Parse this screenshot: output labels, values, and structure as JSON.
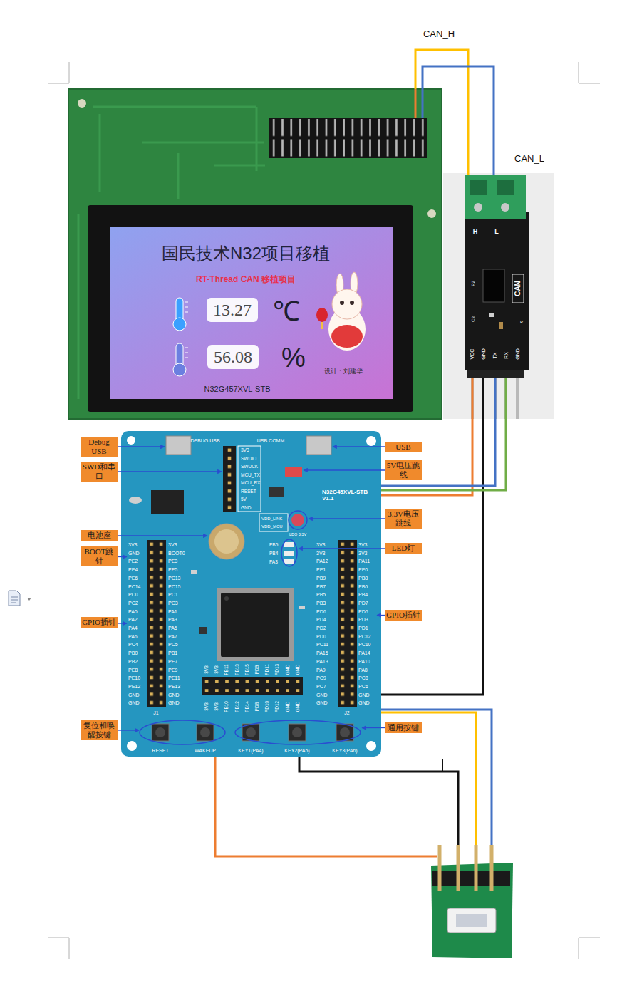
{
  "diagram": {
    "nodes": [
      {
        "text": [
          "国民技术N32项目移植",
          "RT-Thread CAN 移植项目",
          "℃",
          "%",
          "设计：刘建华",
          "N32G457XVL-STB"
        ]
      },
      {
        "text": [
          "13.27"
        ],
        "in": 0
      },
      {
        "text": [
          "56.08"
        ],
        "in": 0
      },
      {
        "text": [
          "H",
          "L",
          "R2",
          "CAN",
          "C3",
          "P",
          "VCC",
          "GND",
          "TX",
          "RX",
          "GND"
        ]
      },
      {
        "text": [
          "N32G45XVL-STB V1.1"
        ]
      },
      {
        "text": [
          "Debug USB"
        ]
      },
      {
        "text": [
          "USB"
        ]
      },
      {
        "text": [
          "SWD和串口"
        ]
      },
      {
        "text": [
          "5V电压跳线"
        ]
      },
      {
        "text": [
          "电池座"
        ]
      },
      {
        "text": [
          "3.3V电压跳线"
        ]
      },
      {
        "text": [
          "BOOT跳针"
        ]
      },
      {
        "text": [
          "LED灯"
        ]
      },
      {
        "text": [
          "GPIO插针"
        ]
      },
      {
        "text": [
          "GPIO插针"
        ]
      },
      {
        "text": [
          "复位和唤醒按键"
        ]
      },
      {
        "text": [
          "通用按键"
        ]
      }
    ],
    "edges": [
      {
        "from": 0,
        "to": 3,
        "label": "CAN_H",
        "arrow": "none"
      },
      {
        "from": 0,
        "to": 3,
        "label": "CAN_L",
        "arrow": "none"
      },
      {
        "from": 3,
        "to": 4,
        "arrow": "none"
      },
      {
        "from": 3,
        "to": 4,
        "arrow": "none"
      },
      {
        "from": 3,
        "to": 4,
        "arrow": "none"
      },
      {
        "from": 3,
        "to": 4,
        "arrow": "none"
      }
    ],
    "labels": [
      "DEBUG USB",
      "USB COMM",
      "3V3",
      "SWDIO",
      "SWDCK",
      "MCU_TX",
      "MCU_RX",
      "RESET",
      "5V",
      "GND",
      "VDD_LINK",
      "VDD_MCU",
      "LDO 3.3V",
      "PB5",
      "PB4",
      "PA3",
      "3V3",
      "GND",
      "PE2",
      "PE4",
      "PE6",
      "PC14",
      "PC0",
      "PC2",
      "PA0",
      "PA2",
      "PA4",
      "PA6",
      "PC4",
      "PB0",
      "PB2",
      "PE8",
      "PE10",
      "PE12",
      "GND",
      "GND",
      "3V3",
      "BOOT0",
      "PE3",
      "PE5",
      "PC13",
      "PC15",
      "PC1",
      "PC3",
      "PA1",
      "PA3",
      "PA5",
      "PA7",
      "PC5",
      "PB1",
      "PE7",
      "PE9",
      "PE11",
      "PE13",
      "GND",
      "GND",
      "3V3",
      "3V3",
      "PA12",
      "PE1",
      "PB9",
      "PB7",
      "PB5",
      "PB3",
      "PD6",
      "PD4",
      "PD2",
      "PD0",
      "PC11",
      "PA15",
      "PA13",
      "PA9",
      "PC9",
      "PC7",
      "GND",
      "GND",
      "3V3",
      "3V3",
      "PA11",
      "PE0",
      "PB8",
      "PB6",
      "PB4",
      "PD7",
      "PD5",
      "PD3",
      "PD1",
      "PC12",
      "PC10",
      "PA14",
      "PA10",
      "PA8",
      "PC8",
      "PC6",
      "GND",
      "GND",
      "3V3",
      "3V3",
      "PB11",
      "PB13",
      "PB15",
      "PD9",
      "PD11",
      "PD13",
      "GND",
      "GND",
      "3V3",
      "3V3",
      "PB10",
      "PB12",
      "PB14",
      "PD8",
      "PD10",
      "PD12",
      "GND",
      "GND",
      "J1",
      "J2",
      "RESET",
      "WAKEUP",
      "KEY1(PA4)",
      "KEY2(PA5)",
      "KEY3(PA6)"
    ]
  }
}
